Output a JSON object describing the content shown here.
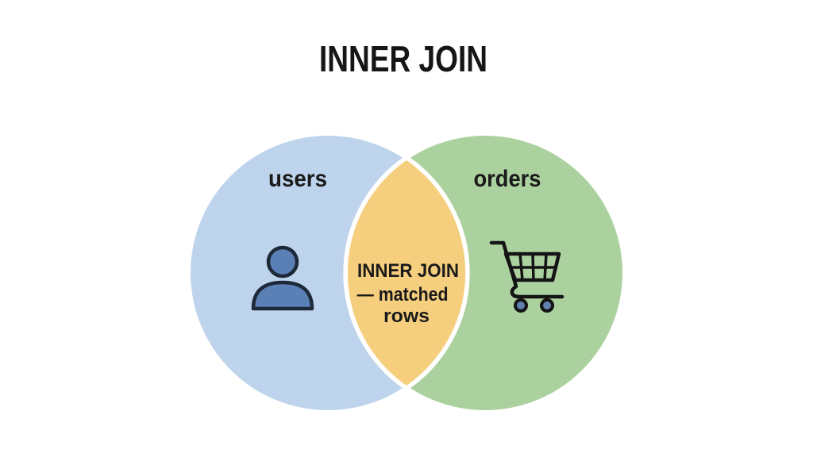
{
  "title": "INNER JOIN",
  "venn": {
    "left": {
      "label": "users",
      "fill": "#bed4ec",
      "icon": "user-icon"
    },
    "right": {
      "label": "orders",
      "fill": "#abd19e",
      "icon": "shopping-cart-icon"
    },
    "overlap": {
      "fill": "#f5cf7e",
      "outline": "#ffffff",
      "lines": {
        "l1": "INNER JOIN",
        "l2": "— matched",
        "l3": "rows"
      }
    }
  },
  "colors": {
    "background": "#ffffff",
    "text": "#1a1a1a",
    "person_fill": "#5b80b6",
    "person_stroke": "#1d2838",
    "cart_stroke": "#141414",
    "wheel_fill": "#6080b0"
  }
}
